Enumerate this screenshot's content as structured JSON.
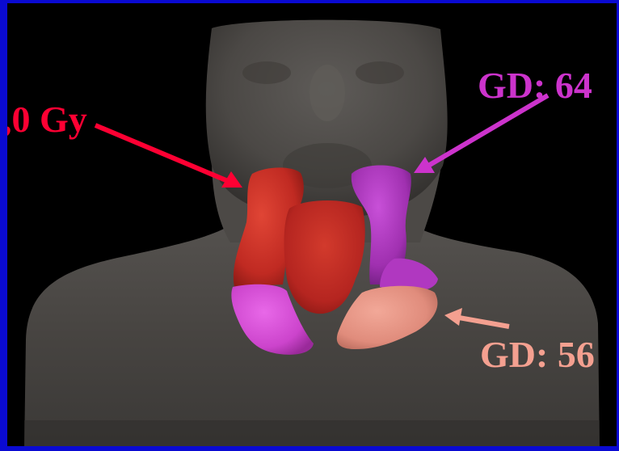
{
  "labels": {
    "left": {
      "text": ",0 Gy",
      "color": "#ff0033"
    },
    "top_right": {
      "text": "GD: 64",
      "color": "#cc33cc"
    },
    "bottom_right": {
      "text": "GD: 56",
      "color": "#f4a090"
    }
  },
  "colors": {
    "frame": "#0a0ad2",
    "background": "#000000",
    "body_surface": "#4a4744",
    "red_volume": "#c8302a",
    "magenta_volume": "#a832b8",
    "pink_magenta_volume": "#d04ad0",
    "salmon_volume": "#e49080"
  }
}
